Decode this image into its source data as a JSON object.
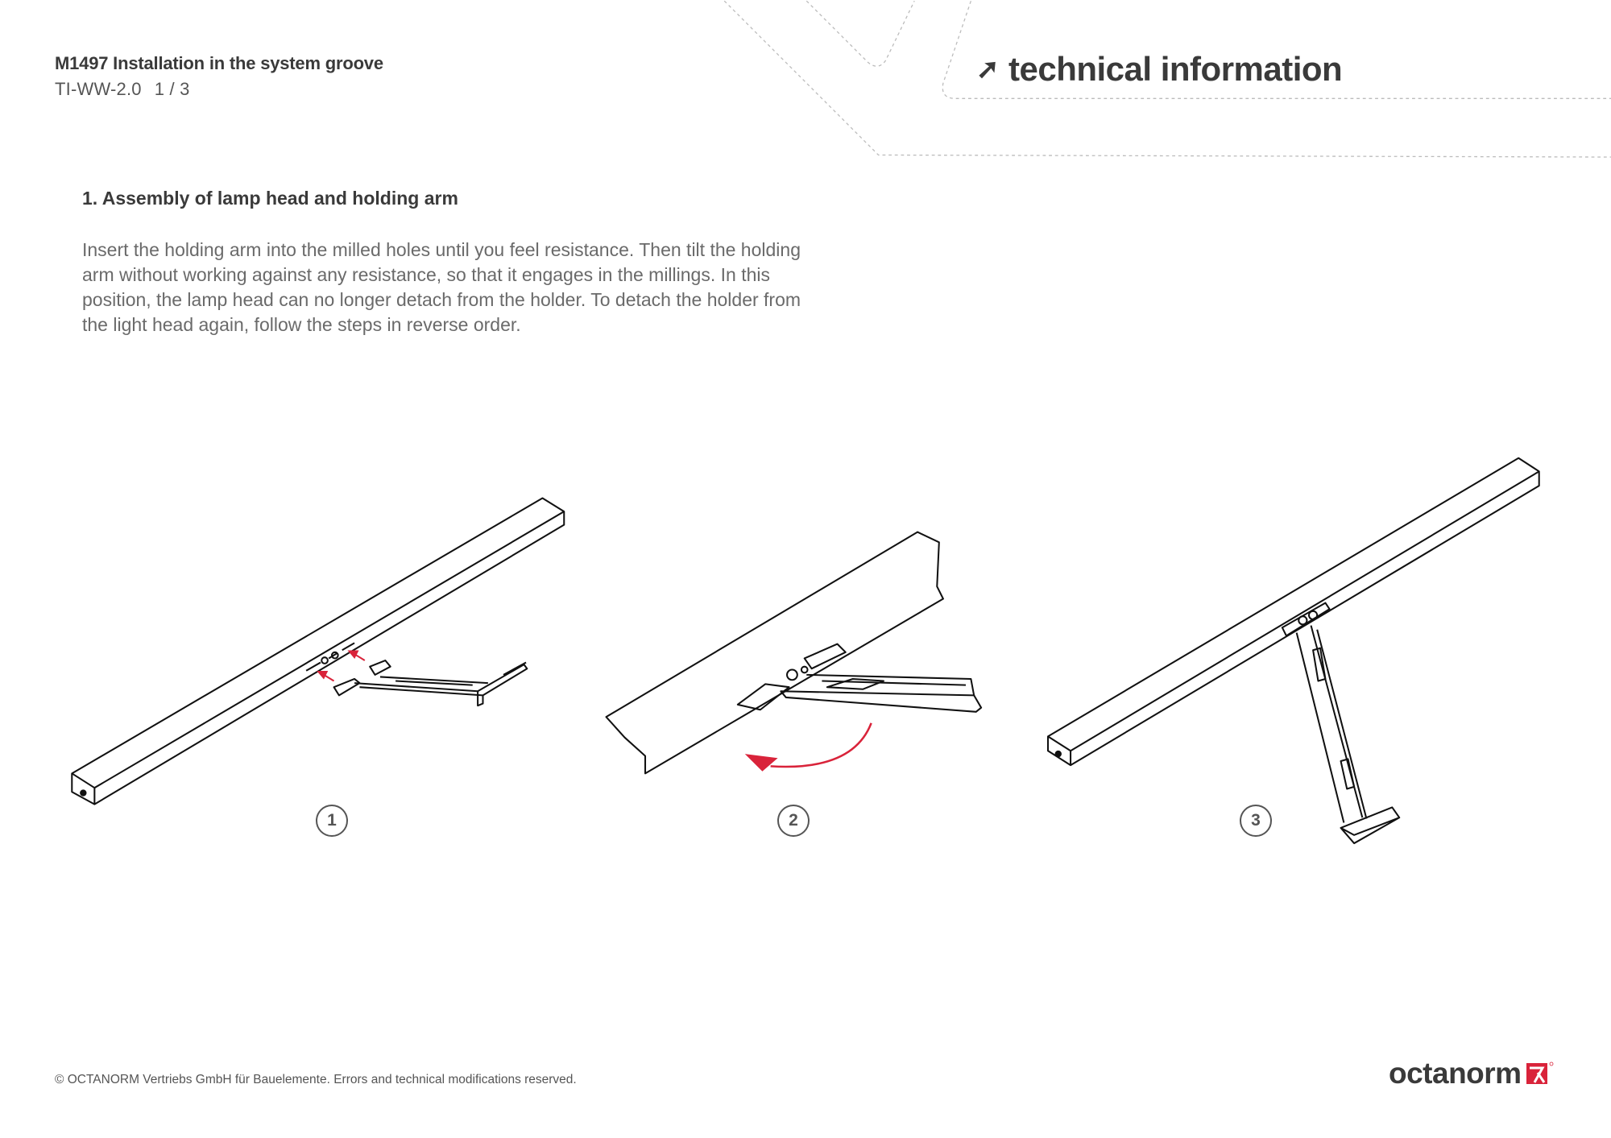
{
  "header": {
    "title": "M1497 Installation in the system groove",
    "doc_code": "TI-WW-2.0",
    "page": "1 / 3",
    "section_badge": "technical information",
    "badge_icon": "arrow-up-right-icon"
  },
  "section": {
    "heading": "1. Assembly of lamp head and holding arm",
    "paragraph_lines": [
      "Insert the holding arm into the milled holes until you feel resistance. Then tilt the holding",
      "arm without working against any resistance, so that it engages in the millings. In this",
      "position, the lamp head can no longer detach from the holder. To detach the holder from",
      "the light head again, follow the steps in reverse order."
    ]
  },
  "steps": [
    "1",
    "2",
    "3"
  ],
  "footer": {
    "copyright": "© OCTANORM Vertriebs GmbH für Bauelemente. Errors and technical modifications reserved.",
    "logo_text": "octanorm"
  },
  "colors": {
    "text": "#3a3a3a",
    "accent": "#d9233a",
    "line": "#111111",
    "dash": "#bbbbbb"
  }
}
